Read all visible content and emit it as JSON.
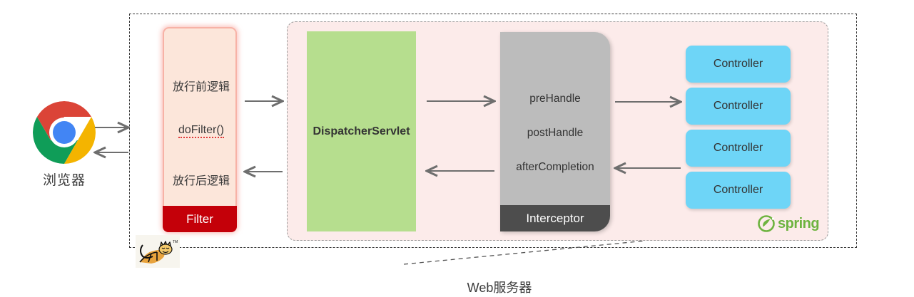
{
  "diagram": {
    "outer_label": "Web服务器",
    "browser": {
      "icon": "chrome-browser-icon",
      "label": "浏览器"
    },
    "tomcat": {
      "icon": "tomcat-cat-icon"
    },
    "filter": {
      "pre_logic": "放行前逻辑",
      "method": "doFilter()",
      "post_logic": "放行后逻辑",
      "footer_label": "Filter",
      "footer_color": "#c40009",
      "body_color": "#fce6da"
    },
    "dispatcher": {
      "label": "DispatcherServlet",
      "color": "#b6de8e"
    },
    "interceptor": {
      "pre_handle": "preHandle",
      "post_handle": "postHandle",
      "after_completion": "afterCompletion",
      "footer_label": "Interceptor",
      "footer_color": "#4d4d4d",
      "body_color": "#bcbcbc"
    },
    "controllers": [
      {
        "label": "Controller"
      },
      {
        "label": "Controller"
      },
      {
        "label": "Controller"
      },
      {
        "label": "Controller"
      }
    ],
    "controller_color": "#6ed5f7",
    "spring_logo": {
      "wordmark": "spring",
      "color": "#6db33f",
      "icon": "spring-leaf-icon"
    },
    "container_color": "#fcebea",
    "arrow_color": "#6e6e6e"
  }
}
